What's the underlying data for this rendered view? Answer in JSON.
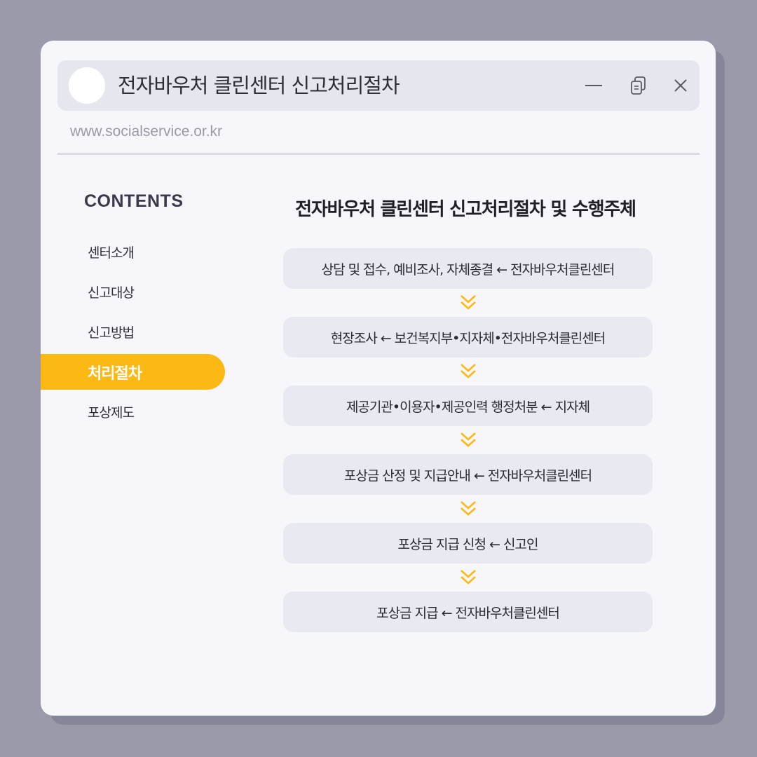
{
  "window": {
    "title": "전자바우처 클린센터 신고처리절차",
    "url": "www.socialservice.or.kr",
    "controls": [
      "minimize-icon",
      "copy-icon",
      "close-icon"
    ]
  },
  "sidebar": {
    "heading": "CONTENTS",
    "items": [
      {
        "label": "센터소개",
        "active": false
      },
      {
        "label": "신고대상",
        "active": false
      },
      {
        "label": "신고방법",
        "active": false
      },
      {
        "label": "처리절차",
        "active": true
      },
      {
        "label": "포상제도",
        "active": false
      }
    ]
  },
  "main": {
    "heading": "전자바우처 클린센터 신고처리절차 및 수행주체",
    "steps": [
      "상담 및 접수, 예비조사, 자체종결 ← 전자바우처클린센터",
      "현장조사 ← 보건복지부•지자체•전자바우처클린센터",
      "제공기관•이용자•제공인력 행정처분 ← 지자체",
      "포상금 산정 및 지급안내 ← 전자바우처클린센터",
      "포상금 지급 신청 ← 신고인",
      "포상금 지급 ← 전자바우처클린센터"
    ]
  },
  "colors": {
    "background": "#9a9aab",
    "window": "#f6f6fb",
    "accent": "#fdb913",
    "step_box": "#e9e9f1",
    "arrow": "#fdb913"
  }
}
